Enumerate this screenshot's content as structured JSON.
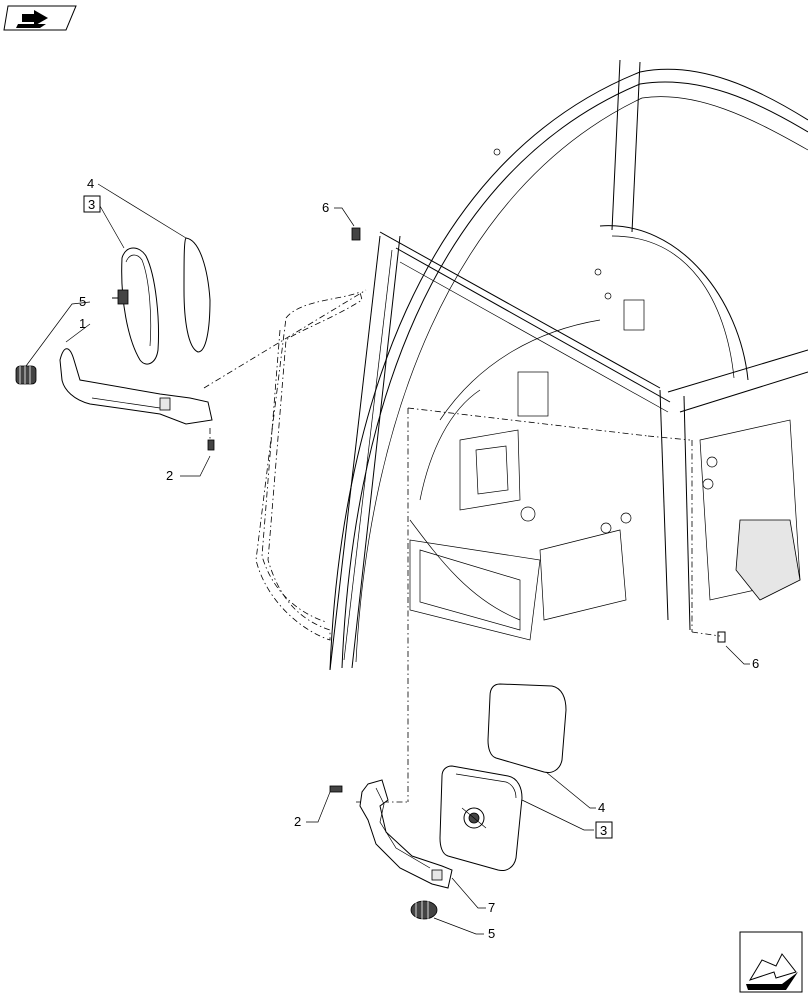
{
  "callouts": {
    "c4_left": "4",
    "c3_left": "3",
    "c5_left": "5",
    "c1_left": "1",
    "c2_left": "2",
    "c6_top": "6",
    "c6_right": "6",
    "c4_right": "4",
    "c3_right": "3",
    "c2_right": "2",
    "c7_right": "7",
    "c5_right": "5"
  },
  "icons": {
    "top_left": "book-arrow-icon",
    "bottom_right": "next-page-arrow-icon"
  }
}
